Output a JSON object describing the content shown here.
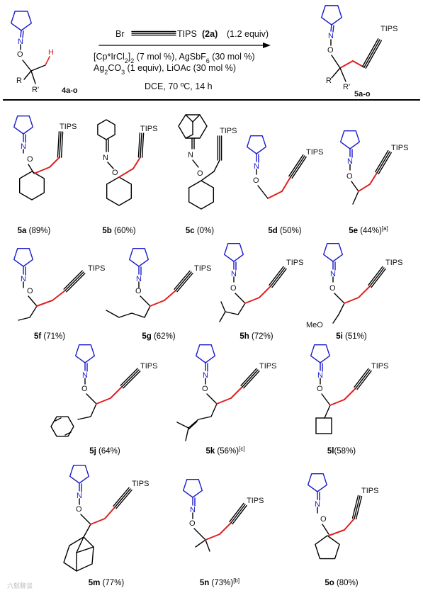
{
  "colors": {
    "ring": "#1a1acc",
    "bond": "#000000",
    "highlight": "#e02020",
    "H": "#e02020"
  },
  "scheme": {
    "reactant": {
      "N": "N",
      "O": "O",
      "H": "H",
      "R": "R",
      "Rp": "R'",
      "id": "4a-o"
    },
    "reagent": {
      "Br": "Br",
      "TIPS": "TIPS",
      "id": "(2a)",
      "equiv": "(1.2 equiv)"
    },
    "conditions": {
      "line1": "[Cp*IrCl",
      "line1_sub": "2",
      "line1_b": "]",
      "line1_sub2": "2",
      "line1_c": " (7 mol %), AgSbF",
      "line1_sub3": "6",
      "line1_d": " (30 mol %)",
      "line2": "Ag",
      "line2_sub": "2",
      "line2_b": "CO",
      "line2_sub2": "3",
      "line2_c": " (1 equiv), LiOAc (30 mol %)",
      "line3": "DCE, 70 ºC, 14 h"
    },
    "product": {
      "N": "N",
      "O": "O",
      "R": "R",
      "Rp": "R'",
      "TIPS": "TIPS",
      "id": "5a-o"
    }
  },
  "products": [
    {
      "id": "5a",
      "yield": " (89%)",
      "note": ""
    },
    {
      "id": "5b",
      "yield": " (60%)",
      "note": ""
    },
    {
      "id": "5c",
      "yield": " (0%)",
      "note": ""
    },
    {
      "id": "5d",
      "yield": " (50%)",
      "note": ""
    },
    {
      "id": "5e",
      "yield": " (44%)",
      "note": "[a]"
    },
    {
      "id": "5f",
      "yield": " (71%)",
      "note": ""
    },
    {
      "id": "5g",
      "yield": " (62%)",
      "note": ""
    },
    {
      "id": "5h",
      "yield": " (72%)",
      "note": ""
    },
    {
      "id": "5i",
      "yield": " (51%)",
      "note": ""
    },
    {
      "id": "5j",
      "yield": " (64%)",
      "note": ""
    },
    {
      "id": "5k",
      "yield": " (56%)",
      "note": "[c]"
    },
    {
      "id": "5l",
      "yield": "(58%)",
      "note": ""
    },
    {
      "id": "5m",
      "yield": " (77%)",
      "note": ""
    },
    {
      "id": "5n",
      "yield": " (73%)",
      "note": "[b]"
    },
    {
      "id": "5o",
      "yield": " (80%)",
      "note": ""
    }
  ],
  "labels": {
    "N": "N",
    "O": "O",
    "TIPS": "TIPS",
    "MeO": "MeO"
  },
  "watermark": "六就聊谈"
}
